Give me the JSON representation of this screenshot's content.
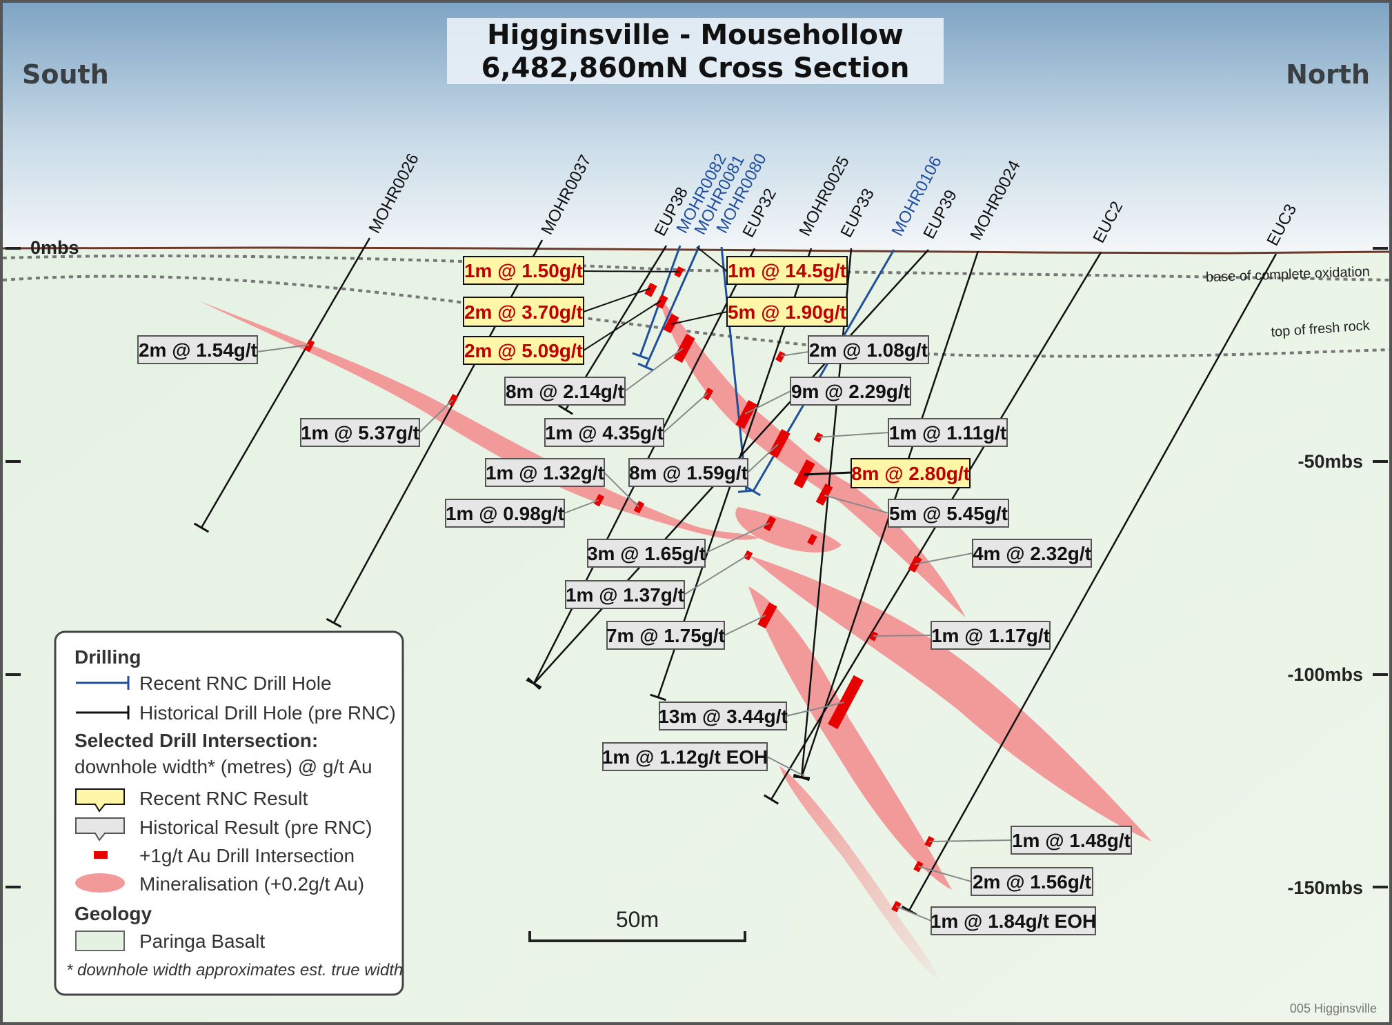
{
  "title": {
    "line1": "Higginsville - Mousehollow",
    "line2": "6,482,860mN Cross Section"
  },
  "orientation": {
    "left": "South",
    "right": "North"
  },
  "depth_labels": {
    "d0": "0mbs",
    "d50": "-50mbs",
    "d100": "-100mbs",
    "d150": "-150mbs"
  },
  "horizons": {
    "oxidation": "base of complete oxidation",
    "fresh_rock": "top of fresh rock"
  },
  "colors": {
    "sky_top": "#7ea4c4",
    "ground": "#e8f4e4",
    "mineralisation": "#f29a9a",
    "recent_hole": "#1f4e9c",
    "historical_hole": "#111111",
    "intersection": "#e60000",
    "recent_label_fill": "#fff6a8",
    "historical_label_fill": "#e6e6e6"
  },
  "drill_holes": [
    {
      "id": "MOHR0026",
      "type": "historical"
    },
    {
      "id": "MOHR0037",
      "type": "historical"
    },
    {
      "id": "EUP38",
      "type": "historical"
    },
    {
      "id": "MOHR0082",
      "type": "recent"
    },
    {
      "id": "MOHR0081",
      "type": "recent"
    },
    {
      "id": "MOHR0080",
      "type": "recent"
    },
    {
      "id": "EUP32",
      "type": "historical"
    },
    {
      "id": "MOHR0025",
      "type": "historical"
    },
    {
      "id": "EUP33",
      "type": "historical"
    },
    {
      "id": "MOHR0106",
      "type": "recent"
    },
    {
      "id": "EUP39",
      "type": "historical"
    },
    {
      "id": "MOHR0024",
      "type": "historical"
    },
    {
      "id": "EUC2",
      "type": "historical"
    },
    {
      "id": "EUC3",
      "type": "historical"
    }
  ],
  "intersections": [
    {
      "text": "1m @ 1.50g/t",
      "type": "recent"
    },
    {
      "text": "1m @ 14.5g/t",
      "type": "recent"
    },
    {
      "text": "2m @ 3.70g/t",
      "type": "recent"
    },
    {
      "text": "5m @ 1.90g/t",
      "type": "recent"
    },
    {
      "text": "2m @ 5.09g/t",
      "type": "recent"
    },
    {
      "text": "2m @ 1.54g/t",
      "type": "historical"
    },
    {
      "text": "2m @ 1.08g/t",
      "type": "historical"
    },
    {
      "text": "8m @ 2.14g/t",
      "type": "historical"
    },
    {
      "text": "9m @ 2.29g/t",
      "type": "historical"
    },
    {
      "text": "1m @ 5.37g/t",
      "type": "historical"
    },
    {
      "text": "1m @ 4.35g/t",
      "type": "historical"
    },
    {
      "text": "1m @ 1.11g/t",
      "type": "historical"
    },
    {
      "text": "1m @ 1.32g/t",
      "type": "historical"
    },
    {
      "text": "8m @ 1.59g/t",
      "type": "historical"
    },
    {
      "text": "8m @ 2.80g/t",
      "type": "recent"
    },
    {
      "text": "1m @ 0.98g/t",
      "type": "historical"
    },
    {
      "text": "5m @ 5.45g/t",
      "type": "historical"
    },
    {
      "text": "3m @ 1.65g/t",
      "type": "historical"
    },
    {
      "text": "4m @ 2.32g/t",
      "type": "historical"
    },
    {
      "text": "1m @ 1.37g/t",
      "type": "historical"
    },
    {
      "text": "7m @ 1.75g/t",
      "type": "historical"
    },
    {
      "text": "1m @ 1.17g/t",
      "type": "historical"
    },
    {
      "text": "13m @ 3.44g/t",
      "type": "historical"
    },
    {
      "text": "1m @ 1.12g/t EOH",
      "type": "historical"
    },
    {
      "text": "1m @ 1.48g/t",
      "type": "historical"
    },
    {
      "text": "2m @ 1.56g/t",
      "type": "historical"
    },
    {
      "text": "1m @ 1.84g/t EOH",
      "type": "historical"
    }
  ],
  "legend": {
    "drilling_heading": "Drilling",
    "recent_hole": "Recent RNC Drill Hole",
    "historical_hole": "Historical Drill Hole (pre RNC)",
    "selected_heading": "Selected Drill Intersection:",
    "selected_sub": "downhole width* (metres) @ g/t Au",
    "recent_result": "Recent RNC Result",
    "historical_result": "Historical Result (pre RNC)",
    "intersection": "+1g/t Au Drill Intersection",
    "mineralisation": "Mineralisation (+0.2g/t Au)",
    "geology_heading": "Geology",
    "basalt": "Paringa Basalt",
    "footnote": "* downhole width approximates est. true width"
  },
  "scale_bar": {
    "label": "50m"
  },
  "credit": "005 Higginsville"
}
